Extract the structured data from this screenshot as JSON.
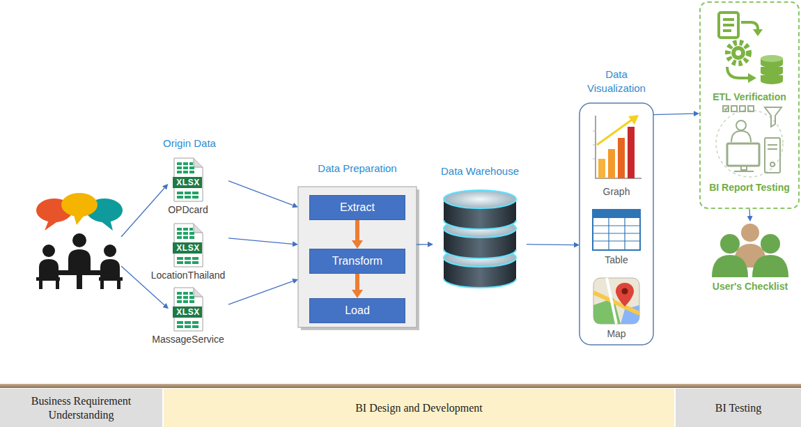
{
  "diagram": {
    "nodes": [
      {
        "text": [
          "XLSX",
          "OPDcard"
        ]
      },
      {
        "text": [
          "XLSX",
          "LocationThailand"
        ]
      },
      {
        "text": [
          "XLSX",
          "MassageService"
        ]
      },
      {
        "text": [
          "Data Preparation"
        ]
      },
      {
        "text": [
          "Extract"
        ],
        "in": 3
      },
      {
        "text": [
          "Transform"
        ],
        "in": 3
      },
      {
        "text": [
          "Load"
        ],
        "in": 3
      },
      {
        "text": [
          "Data Warehouse"
        ]
      },
      {
        "text": [
          "Data Visualization"
        ]
      },
      {
        "text": [
          "Graph"
        ],
        "in": 8
      },
      {
        "text": [
          "Table"
        ],
        "in": 8
      },
      {
        "text": [
          "Map"
        ],
        "in": 8
      },
      {
        "text": [
          "ETL Verification",
          "BI Report Testing"
        ]
      },
      {
        "text": [
          "User's Checklist"
        ]
      },
      {
        "text": [
          "Business Requirement Understanding"
        ]
      },
      {
        "text": [
          "BI Design and Development"
        ]
      },
      {
        "text": [
          "BI Testing"
        ]
      }
    ],
    "edges": [
      {
        "from": 0,
        "to": 3,
        "arrow": "to"
      },
      {
        "from": 1,
        "to": 3,
        "arrow": "to"
      },
      {
        "from": 2,
        "to": 3,
        "arrow": "to"
      },
      {
        "from": 4,
        "to": 5,
        "arrow": "to"
      },
      {
        "from": 5,
        "to": 6,
        "arrow": "to"
      },
      {
        "from": 3,
        "to": 7,
        "arrow": "to"
      },
      {
        "from": 7,
        "to": 8,
        "arrow": "to"
      },
      {
        "from": 8,
        "to": 12,
        "arrow": "to"
      },
      {
        "from": 12,
        "to": 13,
        "arrow": "to"
      }
    ],
    "labels": [
      "Origin Data"
    ]
  }
}
